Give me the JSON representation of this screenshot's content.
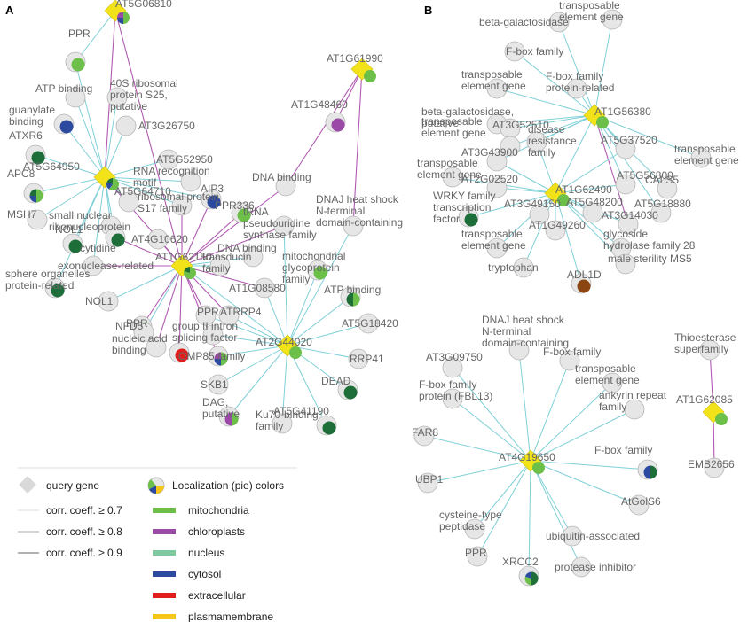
{
  "panels": {
    "a": "A",
    "b": "B"
  },
  "colors": {
    "mitochondria": "#6cc04a",
    "chloroplasts": "#9b4aa8",
    "nucleus": "#1e6e3a",
    "cytosol": "#2c4aa0",
    "extracellular": "#e01e1e",
    "plasmamembrane": "#f5c518",
    "adl1d": "#8b4513",
    "query": "#f2e21a",
    "node": "#e6e6e6",
    "edge_cyan": "#7fd0d8",
    "edge_purple": "#b05ab0"
  },
  "nodes": [
    {
      "id": "AT5G06810",
      "label": "AT5G06810",
      "query": true,
      "pie": [
        [
          "mitochondria",
          0.5
        ],
        [
          "cytosol",
          0.25
        ],
        [
          "chloroplasts",
          0.25
        ]
      ]
    },
    {
      "id": "PPR_a1",
      "label": "PPR",
      "pie": [
        [
          "mitochondria",
          1
        ]
      ]
    },
    {
      "id": "ATPb",
      "label": "ATP binding"
    },
    {
      "id": "40S",
      "label": "40S ribosomal\nprotein S25,\nputative"
    },
    {
      "id": "guany",
      "label": "guanylate\nbinding",
      "pie": [
        [
          "cytosol",
          1
        ]
      ]
    },
    {
      "id": "AT3G26750",
      "label": "AT3G26750"
    },
    {
      "id": "ATXR6",
      "label": "ATXR6",
      "pie": [
        [
          "nucleus",
          1
        ]
      ]
    },
    {
      "id": "AT5G64950",
      "label": "AT5G64950",
      "query": true,
      "pie": [
        [
          "mitochondria",
          0.6
        ],
        [
          "cytosol",
          0.2
        ],
        [
          "nucleus",
          0.2
        ]
      ]
    },
    {
      "id": "AT5G52950",
      "label": "AT5G52950"
    },
    {
      "id": "APC8",
      "label": "APC8",
      "pie": [
        [
          "mitochondria",
          0.5
        ],
        [
          "cytosol",
          0.25
        ],
        [
          "nucleus",
          0.25
        ]
      ]
    },
    {
      "id": "RNArec",
      "label": "RNA recognition\nmotif"
    },
    {
      "id": "AT5G64710",
      "label": "AT5G64710"
    },
    {
      "id": "ribos17",
      "label": "ribosomal protein\nS17 family"
    },
    {
      "id": "AIP3",
      "label": "AIP3",
      "pie": [
        [
          "cytosol",
          1
        ]
      ]
    },
    {
      "id": "MSH7",
      "label": "MSH7"
    },
    {
      "id": "PPR336",
      "label": "PPR336",
      "pie": [
        [
          "mitochondria",
          1
        ]
      ]
    },
    {
      "id": "smallnuc",
      "label": "small nuclear\nribonucleoprotein"
    },
    {
      "id": "NOL1a",
      "label": "NOL1",
      "pie": [
        [
          "nucleus",
          1
        ]
      ]
    },
    {
      "id": "cytidine",
      "label": "cytidine",
      "pie": [
        [
          "nucleus",
          1
        ]
      ]
    },
    {
      "id": "AT4G10620",
      "label": "AT4G10620"
    },
    {
      "id": "exonuc",
      "label": "exonuclease-related"
    },
    {
      "id": "AT1G62150",
      "label": "AT1G62150",
      "query": true,
      "pie": [
        [
          "mitochondria",
          0.8
        ],
        [
          "nucleus",
          0.2
        ]
      ]
    },
    {
      "id": "sphere",
      "label": "sphere organelles\nprotein-related",
      "pie": [
        [
          "nucleus",
          1
        ]
      ]
    },
    {
      "id": "NOL1b",
      "label": "NOL1"
    },
    {
      "id": "NFD5",
      "label": "NFD5",
      "pie": [
        [
          "mitochondria",
          1
        ]
      ]
    },
    {
      "id": "PPR_a2",
      "label": "PPR"
    },
    {
      "id": "nucacid",
      "label": "nucleic acid\nbinding"
    },
    {
      "id": "extrac",
      "label": "",
      "pie": [
        [
          "extracellular",
          1
        ]
      ]
    },
    {
      "id": "OMP85",
      "label": "OMP85 family",
      "pie": [
        [
          "mitochondria",
          0.5
        ],
        [
          "cytosol",
          0.25
        ],
        [
          "chloroplasts",
          0.25
        ]
      ]
    },
    {
      "id": "PPR_a3",
      "label": "PPR"
    },
    {
      "id": "ATRRP4",
      "label": "ATRRP4"
    },
    {
      "id": "groupII",
      "label": "group II intron\nsplicing factor"
    },
    {
      "id": "trans_a",
      "label": "transducin\nfamily"
    },
    {
      "id": "DNAb2",
      "label": "DNA binding"
    },
    {
      "id": "AT1G08580",
      "label": "AT1G08580"
    },
    {
      "id": "tRNA",
      "label": "tRNA\npseudouridine\nsynthase family"
    },
    {
      "id": "mitoglyco",
      "label": "mitochondrial\nglycoprotein\nfamily",
      "pie": [
        [
          "mitochondria",
          1
        ]
      ]
    },
    {
      "id": "AT2G44020",
      "label": "AT2G44020",
      "query": true,
      "pie": [
        [
          "mitochondria",
          1
        ]
      ]
    },
    {
      "id": "ATPb2",
      "label": "ATP binding",
      "pie": [
        [
          "mitochondria",
          0.5
        ],
        [
          "nucleus",
          0.5
        ]
      ]
    },
    {
      "id": "AT5G18420",
      "label": "AT5G18420"
    },
    {
      "id": "RRP41",
      "label": "RRP41"
    },
    {
      "id": "DEAD",
      "label": "DEAD",
      "pie": [
        [
          "nucleus",
          1
        ]
      ]
    },
    {
      "id": "SKB1",
      "label": "SKB1"
    },
    {
      "id": "DAG",
      "label": "DAG,\nputative",
      "pie": [
        [
          "mitochondria",
          0.5
        ],
        [
          "chloroplasts",
          0.5
        ]
      ]
    },
    {
      "id": "Ku70",
      "label": "Ku70-binding\nfamily"
    },
    {
      "id": "AT5G41190",
      "label": "AT5G41190",
      "pie": [
        [
          "nucleus",
          1
        ]
      ]
    },
    {
      "id": "AT1G61990",
      "label": "AT1G61990",
      "query": true,
      "pie": [
        [
          "mitochondria",
          1
        ]
      ]
    },
    {
      "id": "AT1G48460",
      "label": "AT1G48460",
      "pie": [
        [
          "chloroplasts",
          1
        ]
      ]
    },
    {
      "id": "DNAb1",
      "label": "DNA binding"
    },
    {
      "id": "DNAJa",
      "label": "DNAJ heat shock\nN-terminal\ndomain-containing"
    },
    {
      "id": "B_tegtop",
      "label": "transposable\nelement gene"
    },
    {
      "id": "B_bgal",
      "label": "beta-galactosidase"
    },
    {
      "id": "B_fbox",
      "label": "F-box family"
    },
    {
      "id": "B_teg2",
      "label": "transposable\nelement gene"
    },
    {
      "id": "B_fboxpr",
      "label": "F-box family\nprotein-related"
    },
    {
      "id": "B_AT1G56380",
      "label": "AT1G56380",
      "query": true,
      "pie": [
        [
          "mitochondria",
          1
        ]
      ]
    },
    {
      "id": "B_bgalput",
      "label": "beta-galactosidase,\nputative"
    },
    {
      "id": "B_AT3G52510",
      "label": "AT3G52510"
    },
    {
      "id": "B_teg3",
      "label": "transposable\nelement gene"
    },
    {
      "id": "B_disease",
      "label": "disease\nresistance\nfamily"
    },
    {
      "id": "B_AT5G37520",
      "label": "AT5G37520"
    },
    {
      "id": "B_teg_r",
      "label": "transposable\nelement gene"
    },
    {
      "id": "B_AT3G43900",
      "label": "AT3G43900"
    },
    {
      "id": "B_teg4",
      "label": "transposable\nelement gene"
    },
    {
      "id": "B_AT2G02520",
      "label": "AT2G02520"
    },
    {
      "id": "B_AT1G62490",
      "label": "AT1G62490",
      "query": true,
      "pie": [
        [
          "mitochondria",
          1
        ]
      ]
    },
    {
      "id": "B_AT5G56800",
      "label": "AT5G56800"
    },
    {
      "id": "B_CALS5",
      "label": "CALS5"
    },
    {
      "id": "B_WRKY",
      "label": "WRKY family\ntranscription\nfactor",
      "pie": [
        [
          "nucleus",
          1
        ]
      ]
    },
    {
      "id": "B_AT3G49150",
      "label": "AT3G49150"
    },
    {
      "id": "B_AT5G48200",
      "label": "AT5G48200"
    },
    {
      "id": "B_AT5G18880",
      "label": "AT5G18880"
    },
    {
      "id": "B_AT1G49260",
      "label": "AT1G49260"
    },
    {
      "id": "B_AT3G14030",
      "label": "AT3G14030"
    },
    {
      "id": "B_glyco",
      "label": "glycoside\nhydrolase family 28"
    },
    {
      "id": "B_teg5",
      "label": "transposable\nelement gene"
    },
    {
      "id": "B_MS5",
      "label": "male sterility MS5"
    },
    {
      "id": "B_trypto",
      "label": "tryptophan"
    },
    {
      "id": "B_ADL1D",
      "label": "ADL1D",
      "pie": [
        [
          "adl1d",
          1
        ]
      ]
    },
    {
      "id": "C_DNAJ",
      "label": "DNAJ heat shock\nN-terminal\ndomain-containing"
    },
    {
      "id": "C_AT3G09750",
      "label": "AT3G09750"
    },
    {
      "id": "C_fbox1",
      "label": "F-box family"
    },
    {
      "id": "C_teg",
      "label": "transposable\nelement gene"
    },
    {
      "id": "C_fboxFBL",
      "label": "F-box family\nprotein (FBL13)"
    },
    {
      "id": "C_ankyrin",
      "label": "ankyrin repeat\nfamily"
    },
    {
      "id": "C_FAR8",
      "label": "FAR8"
    },
    {
      "id": "C_AT4G19650",
      "label": "AT4G19650",
      "query": true,
      "pie": [
        [
          "mitochondria",
          1
        ]
      ]
    },
    {
      "id": "C_fbox2",
      "label": "F-box family",
      "pie": [
        [
          "nucleus",
          0.5
        ],
        [
          "cytosol",
          0.5
        ]
      ]
    },
    {
      "id": "C_UBP1",
      "label": "UBP1"
    },
    {
      "id": "C_AtGolS6",
      "label": "AtGolS6"
    },
    {
      "id": "C_cyst",
      "label": "cysteine-type\npeptidase"
    },
    {
      "id": "C_ubiq",
      "label": "ubiquitin-associated"
    },
    {
      "id": "C_PPR",
      "label": "PPR"
    },
    {
      "id": "C_XRCC2",
      "label": "XRCC2",
      "pie": [
        [
          "nucleus",
          0.5
        ],
        [
          "mitochondria",
          0.3
        ],
        [
          "cytosol",
          0.2
        ]
      ]
    },
    {
      "id": "C_protinh",
      "label": "protease inhibitor"
    },
    {
      "id": "D_thio",
      "label": "Thioesterase\nsuperfamily"
    },
    {
      "id": "D_AT1G62085",
      "label": "AT1G62085",
      "query": true,
      "pie": [
        [
          "mitochondria",
          1
        ]
      ]
    },
    {
      "id": "D_EMB2656",
      "label": "EMB2656"
    }
  ],
  "legend": {
    "query_gene": "query gene",
    "edges": [
      "corr. coeff. ≥ 0.7",
      "corr. coeff. ≥ 0.8",
      "corr. coeff. ≥ 0.9"
    ],
    "pie_title": "Localization (pie) colors",
    "items": [
      {
        "name": "mitochondria",
        "color": "#6cc04a"
      },
      {
        "name": "chloroplasts",
        "color": "#9b4aa8"
      },
      {
        "name": "nucleus",
        "color": "#7fc9a0"
      },
      {
        "name": "cytosol",
        "color": "#2c4aa0"
      },
      {
        "name": "extracellular",
        "color": "#e01e1e"
      },
      {
        "name": "plasmamembrane",
        "color": "#f5c518"
      }
    ]
  }
}
